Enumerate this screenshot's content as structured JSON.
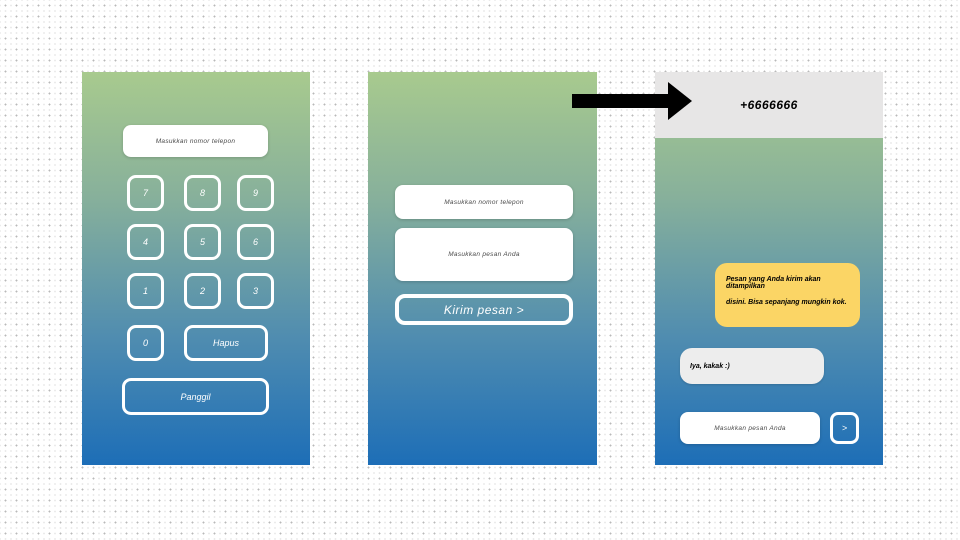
{
  "phone1": {
    "input_placeholder": "Masukkan nomor telepon",
    "keys": [
      "7",
      "8",
      "9",
      "4",
      "5",
      "6",
      "1",
      "2",
      "3",
      "0"
    ],
    "delete_label": "Hapus",
    "call_label": "Panggil"
  },
  "phone2": {
    "phone_placeholder": "Masukkan nomor telepon",
    "message_placeholder": "Masukkan pesan Anda",
    "send_label": "Kirim pesan >"
  },
  "phone3": {
    "header_number": "+6666666",
    "incoming_message_line1": "Pesan yang Anda kirim akan ditampilkan",
    "incoming_message_line2": "disini. Bisa sepanjang mungkin kok.",
    "reply_message": "Iya, kakak :)",
    "input_placeholder": "Masukkan pesan Anda",
    "send_button_label": ">"
  },
  "colors": {
    "gradient_top": "#a8ca8e",
    "gradient_bottom": "#1d6eb7",
    "header_gray": "#e7e6e6",
    "bubble_yellow": "#fbd565",
    "bubble_gray": "#ededed",
    "arrow_black": "#000000"
  }
}
